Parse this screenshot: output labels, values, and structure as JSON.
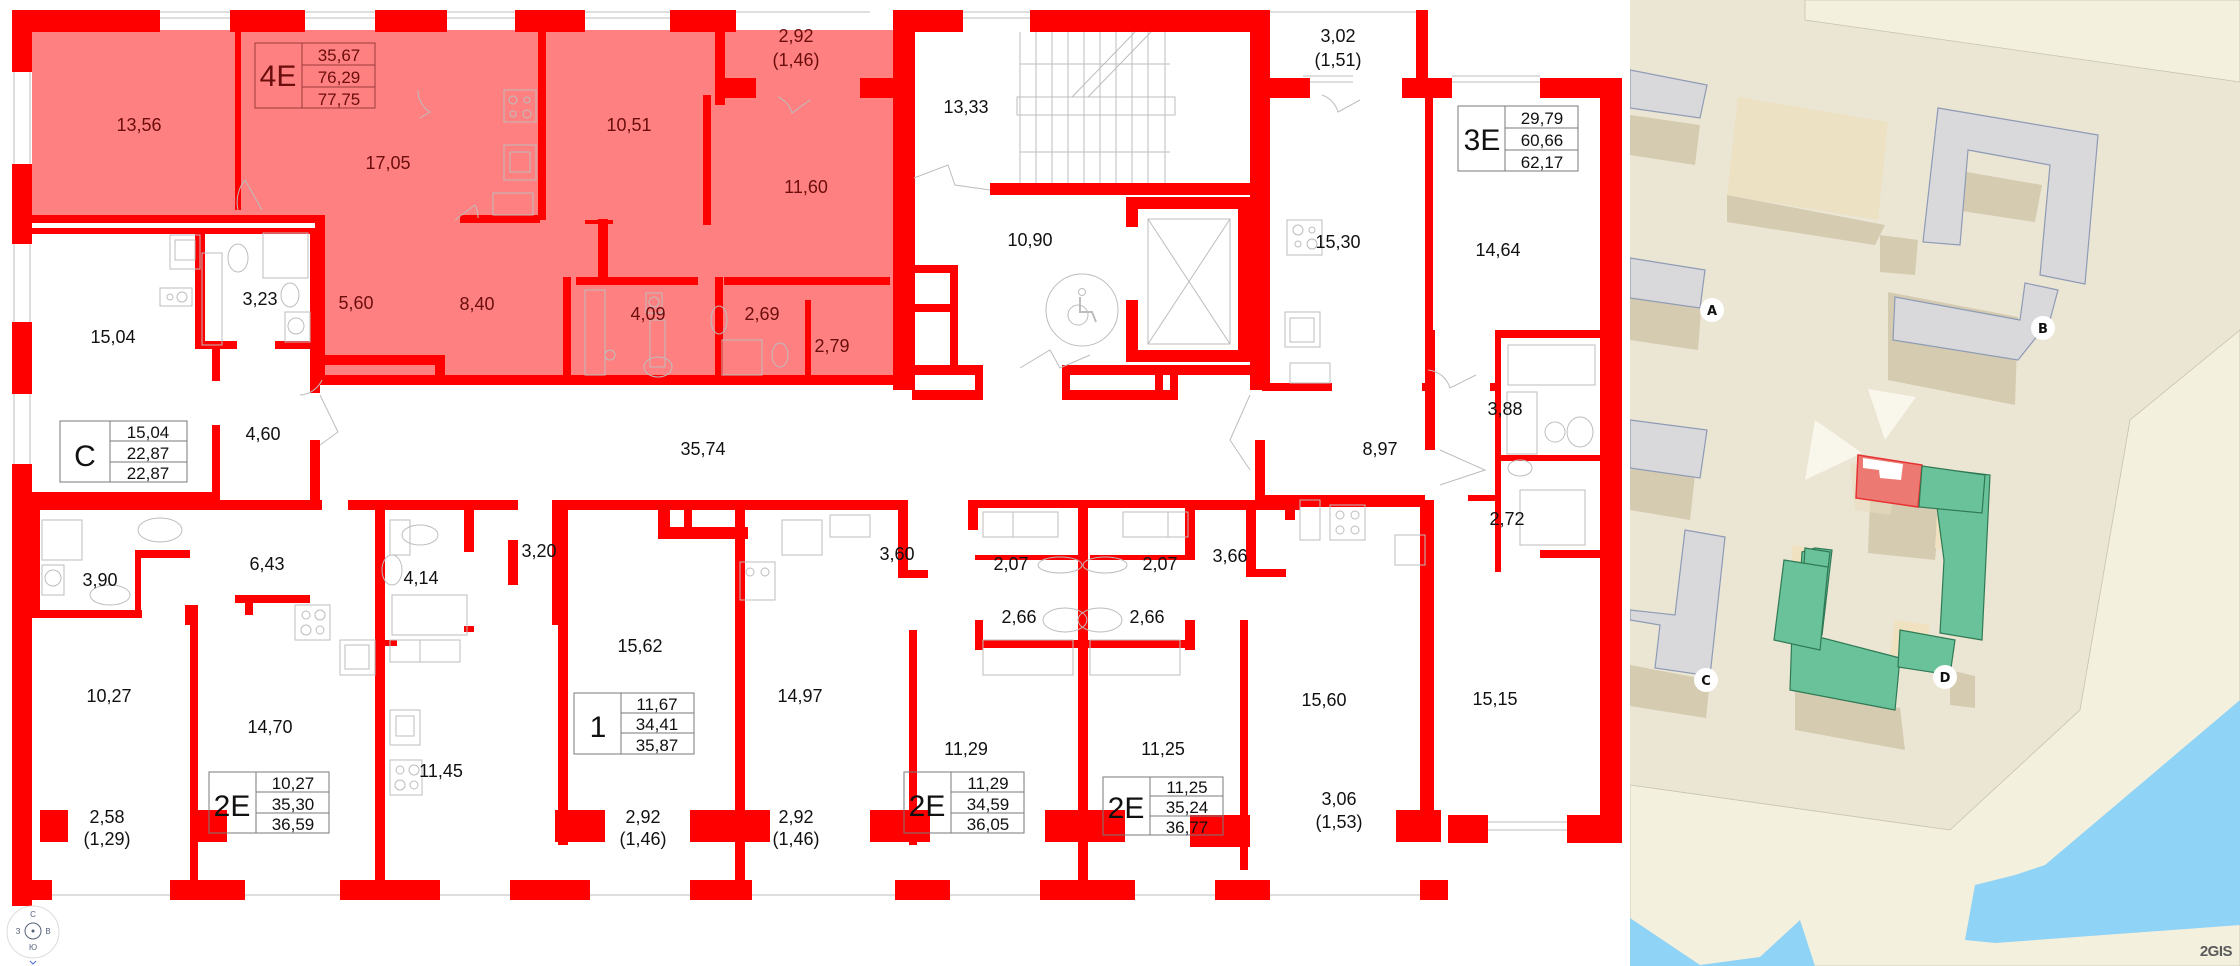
{
  "floor_plan": {
    "selected_apartment": {
      "type": "4E",
      "values": [
        "35,67",
        "76,29",
        "77,75"
      ],
      "highlight_color": "#ff8080",
      "rooms": [
        "13,56",
        "17,05",
        "10,51",
        "11,60",
        "5,60",
        "8,40",
        "4,09",
        "2,69",
        "2,79"
      ],
      "balcony": {
        "area": "2,92",
        "reduced": "(1,46)"
      }
    },
    "apartments": [
      {
        "id": "studio-c",
        "type": "C",
        "values": [
          "15,04",
          "22,87",
          "22,87"
        ],
        "rooms": [
          "15,04",
          "3,23",
          "4,60"
        ]
      },
      {
        "id": "2e-left",
        "type": "2E",
        "values": [
          "10,27",
          "35,30",
          "36,59"
        ],
        "rooms": [
          "3,90",
          "6,43",
          "10,27",
          "14,70"
        ],
        "balcony": {
          "area": "2,58",
          "reduced": "(1,29)"
        }
      },
      {
        "id": "1-room",
        "type": "1",
        "values": [
          "11,67",
          "34,41",
          "35,87"
        ],
        "rooms": [
          "4,14",
          "3,20",
          "11,45",
          "15,62"
        ],
        "balcony": {
          "area": "2,92",
          "reduced": "(1,46)"
        }
      },
      {
        "id": "2e-center-left",
        "type": "2E",
        "values": [
          "11,29",
          "34,59",
          "36,05"
        ],
        "rooms": [
          "14,97",
          "3,60",
          "2,07",
          "2,66",
          "11,29"
        ],
        "balcony": {
          "area": "2,92",
          "reduced": "(1,46)"
        }
      },
      {
        "id": "2e-center-right",
        "type": "2E",
        "values": [
          "11,25",
          "35,24",
          "36,77"
        ],
        "rooms": [
          "2,07",
          "2,66",
          "3,66",
          "11,25",
          "15,60"
        ],
        "balcony": {
          "area": "3,06",
          "reduced": "(1,53)"
        }
      },
      {
        "id": "3e",
        "type": "3E",
        "values": [
          "29,79",
          "60,66",
          "62,17"
        ],
        "rooms": [
          "15,30",
          "14,64",
          "3,88",
          "8,97",
          "2,72",
          "15,15"
        ],
        "balcony": {
          "area": "3,02",
          "reduced": "(1,51)"
        }
      }
    ],
    "common_areas": {
      "stairwell": "13,33",
      "elevator_lobby": "10,90",
      "corridor": "35,74"
    },
    "wall_color": "#ff0000"
  },
  "compass": {
    "north": "С",
    "south": "Ю",
    "west": "З",
    "east": "В"
  },
  "site_map": {
    "building_labels": [
      "A",
      "B",
      "C",
      "D"
    ],
    "attribution": "2GIS",
    "colors": {
      "ground": "#ebe5d3",
      "road": "#f4f0de",
      "building_other": "#d9d9dc",
      "building_current": "#6ac29a",
      "section_current": "#ec7a72",
      "water": "#8fd3f6"
    }
  }
}
